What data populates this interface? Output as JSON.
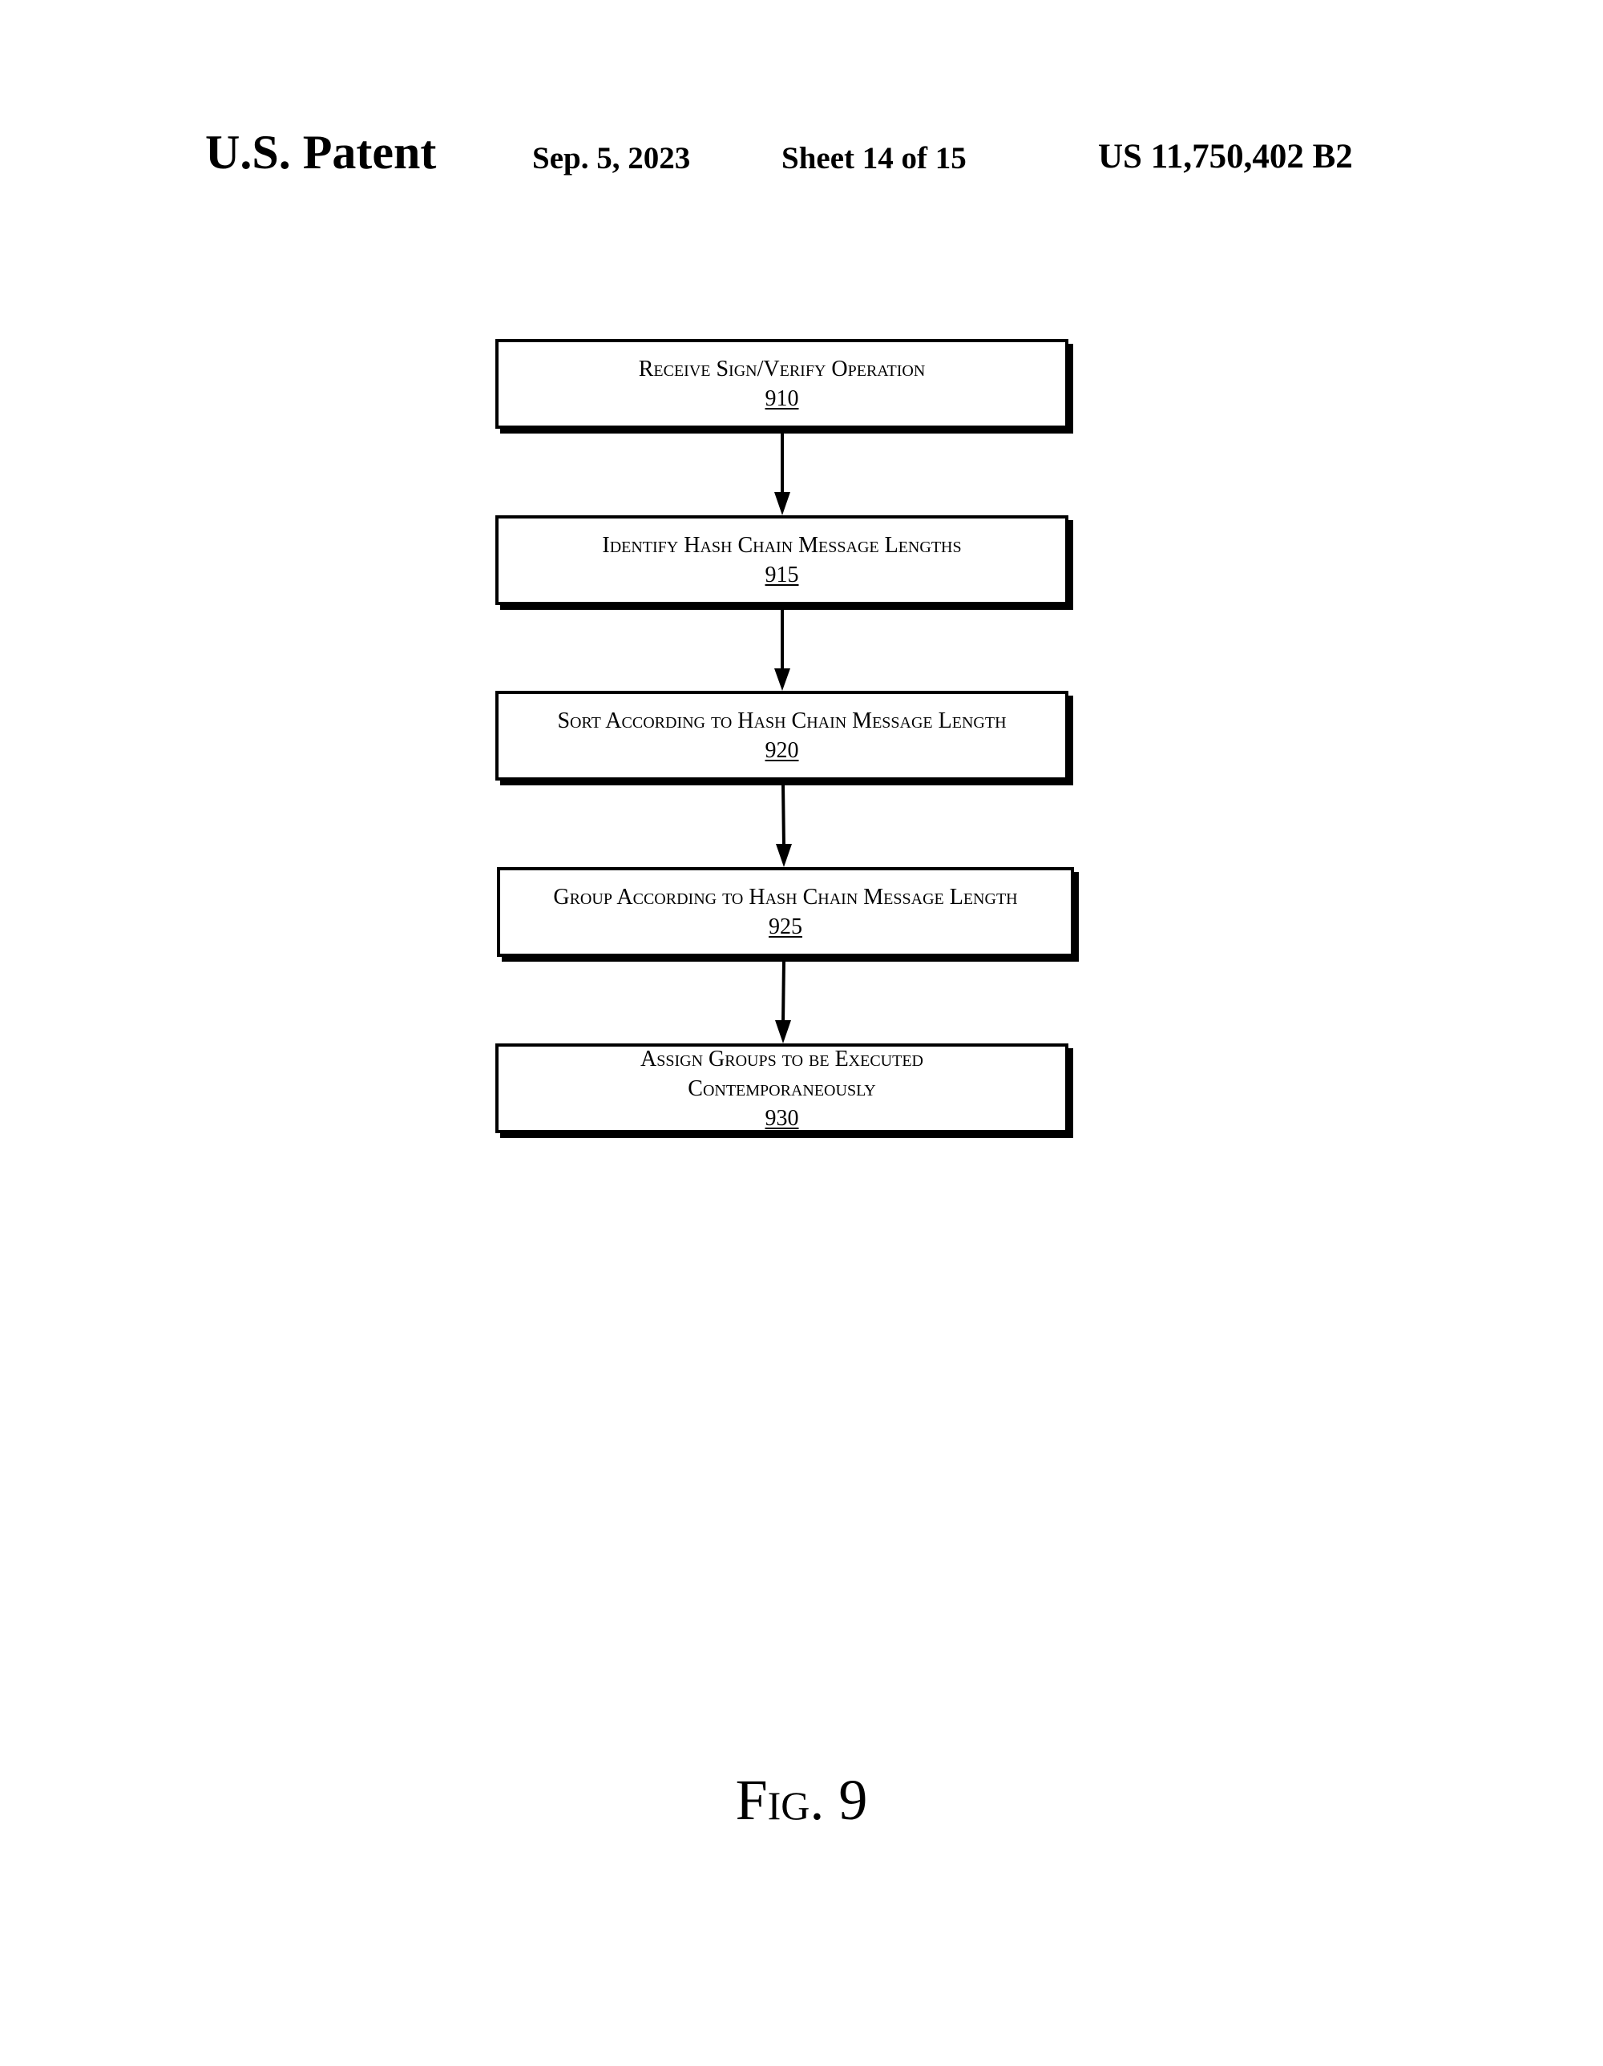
{
  "header": {
    "patent_label": "U.S. Patent",
    "date": "Sep. 5, 2023",
    "sheet": "Sheet 14 of 15",
    "patent_number": "US 11,750,402 B2"
  },
  "flowchart": {
    "steps": [
      {
        "title": "Receive Sign/Verify Operation",
        "ref": "910"
      },
      {
        "title": "Identify Hash Chain Message Lengths",
        "ref": "915"
      },
      {
        "title": "Sort According to Hash Chain Message Length",
        "ref": "920"
      },
      {
        "title": "Group According to Hash Chain Message Length",
        "ref": "925"
      },
      {
        "title_line1": "Assign Groups to be Executed",
        "title_line2": "Contemporaneously",
        "ref": "930"
      }
    ]
  },
  "figure": {
    "label": "Fig. 9"
  }
}
